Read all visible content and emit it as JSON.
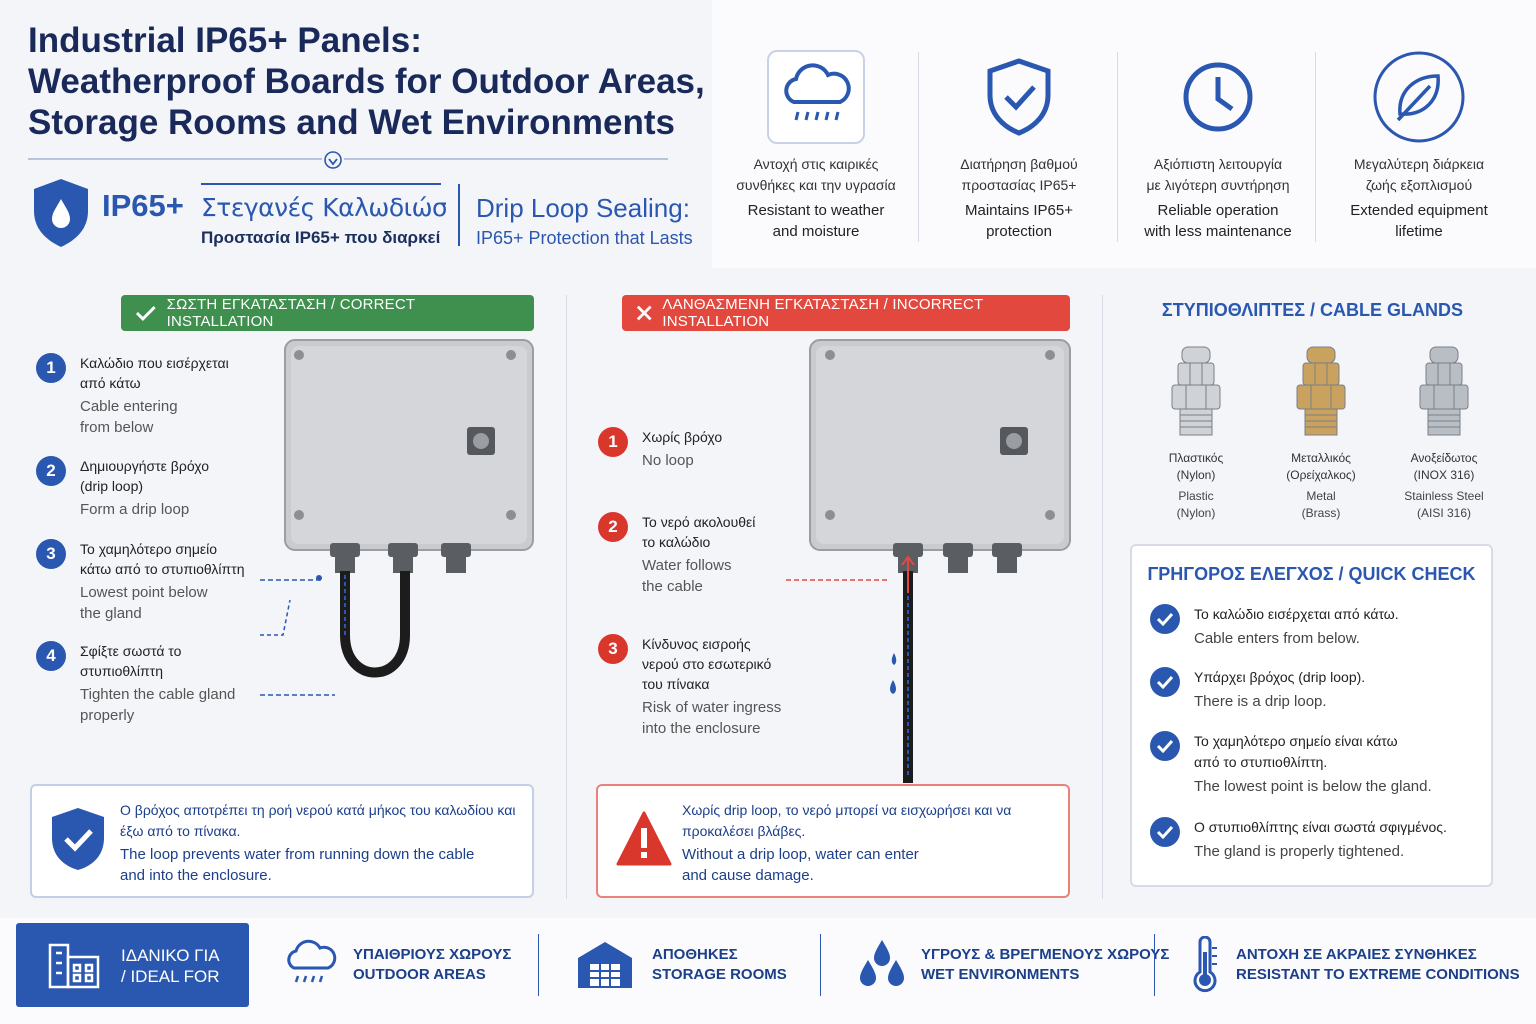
{
  "header": {
    "title_line1": "Industrial IP65+ Panels:",
    "title_line2": "Weatherproof Boards for Outdoor Areas,",
    "title_line3": "Storage Rooms and Wet Environments"
  },
  "subheader": {
    "badge": "IP65+",
    "greek_title": "Στεγανές Καλωδιώσεις",
    "greek_sub": "Προστασία IP65+ που διαρκεί",
    "en_title": "Drip Loop Sealing:",
    "en_sub": "IP65+ Protection that Lasts"
  },
  "features": [
    {
      "icon": "rain-cloud-icon",
      "gr1": "Αντοχή στις καιρικές",
      "gr2": "συνθήκες και την υγρασία",
      "en1": "Resistant to weather",
      "en2": "and moisture"
    },
    {
      "icon": "shield-check-icon",
      "gr1": "Διατήρηση βαθμού",
      "gr2": "προστασίας IP65+",
      "en1": "Maintains IP65+",
      "en2": "protection"
    },
    {
      "icon": "clock-icon",
      "gr1": "Αξιόπιστη λειτουργία",
      "gr2": "με λιγότερη συντήρηση",
      "en1": "Reliable operation",
      "en2": "with less maintenance"
    },
    {
      "icon": "leaf-icon",
      "gr1": "Μεγαλύτερη διάρκεια",
      "gr2": "ζωής εξοπλισμού",
      "en1": "Extended equipment",
      "en2": "lifetime"
    }
  ],
  "correct": {
    "badge": "ΣΩΣΤΗ ΕΓΚΑΤΑΣΤΑΣΗ / CORRECT INSTALLATION",
    "steps": [
      {
        "n": "1",
        "gr": "Καλώδιο που εισέρχεται από κάτω",
        "en": "Cable entering from below"
      },
      {
        "n": "2",
        "gr": "Δημιουργήστε βρόχο (drip loop)",
        "en": "Form a drip loop"
      },
      {
        "n": "3",
        "gr": "Το χαμηλότερο σημείο κάτω από το στυπιοθλίπτη",
        "en": "Lowest point below the gland"
      },
      {
        "n": "4",
        "gr": "Σφίξτε σωστά το στυπιοθλίπτη",
        "en": "Tighten the cable gland properly"
      }
    ],
    "note_gr": "Ο βρόχος αποτρέπει τη ροή νερού κατά μήκος του καλωδίου και έξω από το πίνακα.",
    "note_en": "The loop prevents water from running down the cable and into the enclosure."
  },
  "incorrect": {
    "badge": "ΛΑΝΘΑΣΜΕΝΗ ΕΓΚΑΤΑΣΤΑΣΗ / INCORRECT INSTALLATION",
    "steps": [
      {
        "n": "1",
        "gr": "Χωρίς βρόχο",
        "en": "No loop"
      },
      {
        "n": "2",
        "gr": "Το νερό ακολουθεί το καλώδιο",
        "en": "Water follows the cable"
      },
      {
        "n": "3",
        "gr": "Κίνδυνος εισροής νερού στο εσωτερικό του πίνακα",
        "en": "Risk of water ingress into the enclosure"
      }
    ],
    "note_gr": "Χωρίς drip loop, το νερό μπορεί να εισχωρήσει και να προκαλέσει βλάβες.",
    "note_en": "Without a drip loop, water can enter and cause damage."
  },
  "glands": {
    "title": "ΣΤΥΠΙΟΘΛΙΠΤΕΣ / CABLE GLANDS",
    "items": [
      {
        "gr1": "Πλαστικός",
        "gr2": "(Nylon)",
        "en1": "Plastic",
        "en2": "(Nylon)",
        "color": "#cfd3d8"
      },
      {
        "gr1": "Μεταλλικός",
        "gr2": "(Ορείχαλκος)",
        "en1": "Metal",
        "en2": "(Brass)",
        "color": "#c9a25f"
      },
      {
        "gr1": "Ανοξείδωτος",
        "gr2": "(INOX 316)",
        "en1": "Stainless Steel",
        "en2": "(AISI 316)",
        "color": "#b9bec5"
      }
    ]
  },
  "quick_check": {
    "title": "ΓΡΗΓΟΡΟΣ ΕΛΕΓΧΟΣ / QUICK CHECK",
    "items": [
      {
        "gr": "Το καλώδιο εισέρχεται από κάτω.",
        "en": "Cable enters from below."
      },
      {
        "gr": "Υπάρχει βρόχος (drip loop).",
        "en": "There is a drip loop."
      },
      {
        "gr": "Το χαμηλότερο σημείο είναι κάτω από το στυπιοθλίπτη.",
        "en": "The lowest point is below the gland."
      },
      {
        "gr": "Ο στυπιοθλίπτης είναι σωστά σφιγμένος.",
        "en": "The gland is properly tightened."
      }
    ]
  },
  "ideal": {
    "label1": "ΙΔΑΝΙΚΟ ΓΙΑ",
    "label2": "/ IDEAL FOR",
    "items": [
      {
        "icon": "rain-cloud-icon",
        "gr": "ΥΠΑΙΘΡΙΟΥΣ ΧΩΡΟΥΣ",
        "en": "OUTDOOR AREAS"
      },
      {
        "icon": "warehouse-icon",
        "gr": "ΑΠΟΘΗΚΕΣ",
        "en": "STORAGE ROOMS"
      },
      {
        "icon": "water-drops-icon",
        "gr": "ΥΓΡΟΥΣ & ΒΡΕΓΜΕΝΟΥΣ ΧΩΡΟΥΣ",
        "en": "WET ENVIRONMENTS"
      },
      {
        "icon": "thermometer-icon",
        "gr": "ΑΝΤΟΧΗ ΣΕ ΑΚΡΑΙΕΣ ΣΥΝΘΗΚΕΣ",
        "en": "RESISTANT TO EXTREME CONDITIONS"
      }
    ]
  },
  "colors": {
    "navy": "#18295a",
    "blue": "#2a57b0",
    "green": "#3f8f4e",
    "red": "#e2483d"
  }
}
